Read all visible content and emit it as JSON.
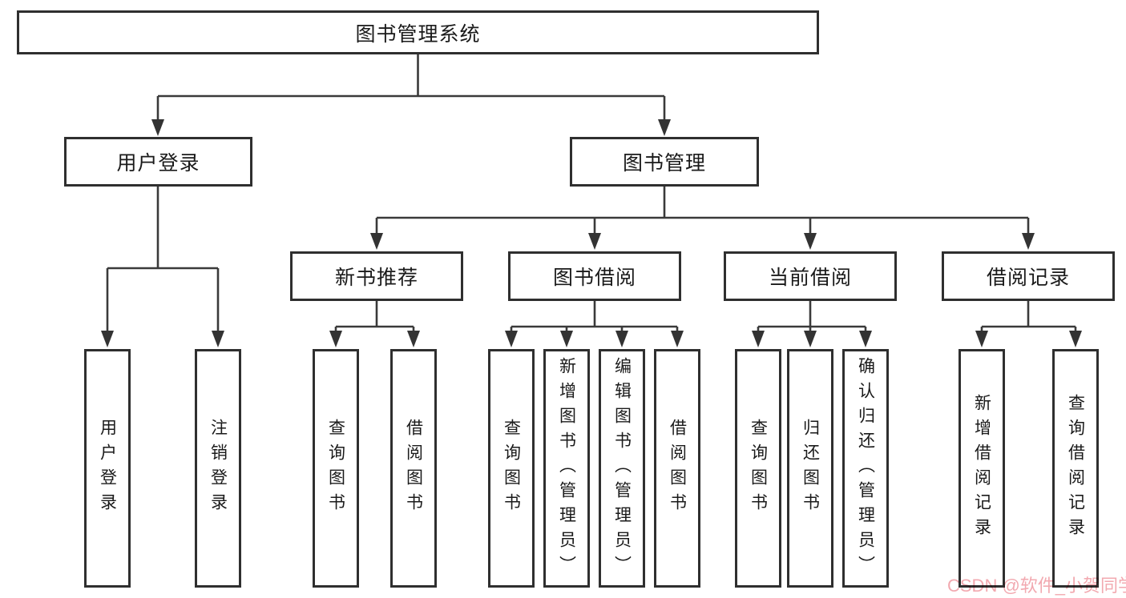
{
  "tree": {
    "root": {
      "label": "图书管理系统"
    },
    "branches": [
      {
        "label": "用户登录",
        "children": [
          {
            "label": "用户登录"
          },
          {
            "label": "注销登录"
          }
        ]
      },
      {
        "label": "图书管理",
        "children": [
          {
            "label": "新书推荐",
            "children": [
              {
                "label": "查询图书"
              },
              {
                "label": "借阅图书"
              }
            ]
          },
          {
            "label": "图书借阅",
            "children": [
              {
                "label": "查询图书"
              },
              {
                "label": "新增图书（管理员）"
              },
              {
                "label": "编辑图书（管理员）"
              },
              {
                "label": "借阅图书"
              }
            ]
          },
          {
            "label": "当前借阅",
            "children": [
              {
                "label": "查询图书"
              },
              {
                "label": "归还图书"
              },
              {
                "label": "确认归还（管理员）"
              }
            ]
          },
          {
            "label": "借阅记录",
            "children": [
              {
                "label": "新增借阅记录"
              },
              {
                "label": "查询借阅记录"
              }
            ]
          }
        ]
      }
    ]
  },
  "watermark": {
    "text": "CSDN @软件_小贺同学"
  },
  "colors": {
    "box_border": "#2f2f2f",
    "connector": "#3a3a3a",
    "text": "#1a1a1a",
    "watermark": "#f2a9b0",
    "background": "#ffffff"
  }
}
